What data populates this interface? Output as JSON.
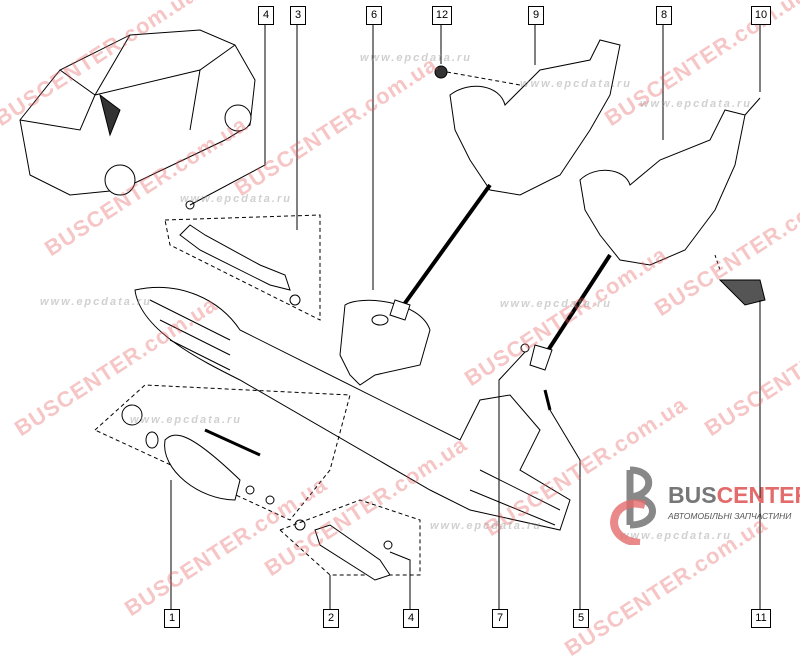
{
  "callouts_top": [
    "4",
    "3",
    "6",
    "12",
    "9",
    "8",
    "10"
  ],
  "callouts_bottom": [
    "1",
    "2",
    "4",
    "7",
    "5",
    "11"
  ],
  "logo": {
    "brand_part1": "BUS",
    "brand_part2": "CENTER",
    "subtitle": "АВТОМОБІЛЬНІ ЗАПЧАСТИНИ"
  },
  "watermarks": {
    "site": "www.epcdata.ru",
    "shop": "BUSCENTER.com.ua"
  },
  "colors": {
    "accent": "#e46b6b",
    "gray": "#777777"
  }
}
